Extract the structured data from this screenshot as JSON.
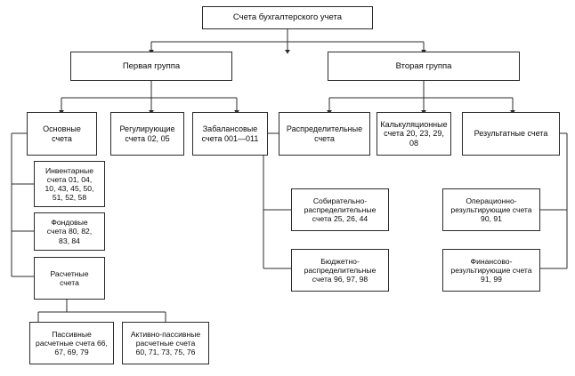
{
  "diagram": {
    "title": "Счета бухгалтерского учета",
    "nodes": {
      "root": "Счета бухгалтерского учета",
      "group_one": "Первая группа",
      "group_two": "Вторая группа",
      "main_accounts": "Основные\nсчета",
      "regulating_accounts": "Регулирующие\nсчета 02, 05",
      "offbalance_accounts": "Забалансовые\nсчета 001—011",
      "distributive_accounts": "Распределительные\nсчета",
      "calculation_accounts": "Калькуляционные\nсчета 20, 23, 29,\n08",
      "result_accounts": "Результатные счета",
      "inventory_accounts": "Инвентарные\nсчета 01, 04,\n10, 43, 45, 50,\n51, 52, 58",
      "fund_accounts": "Фондовые\nсчета 80, 82,\n83, 84",
      "settlement_accounts": "Расчетные\nсчета",
      "passive_settlement_accounts": "Пассивные\nрасчетные счета 66,\n67, 69, 79",
      "active_passive_settlement_accounts": "Активно-пассивные\nрасчетные счета\n60, 71, 73, 75, 76",
      "collective_distributive_accounts": "Собирательно-\nраспределительные\nсчета 25, 26, 44",
      "budget_distributive_accounts": "Бюджетно-\nраспределительные\nсчета 96, 97, 98",
      "operational_result_accounts": "Операционно-\nрезультирующие счета\n90, 91",
      "financial_result_accounts": "Финансово-\nрезультирующие счета\n91, 99"
    },
    "colors": {
      "line": "#2b2b2b",
      "box_fill": "#ffffff",
      "text": "#0a0a0a",
      "background": "#ffffff"
    }
  }
}
